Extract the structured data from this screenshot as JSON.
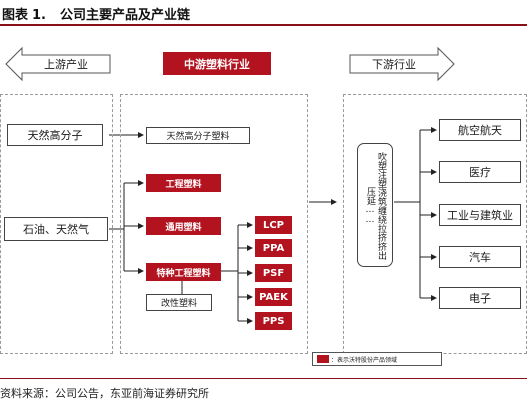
{
  "figure": {
    "label": "图表",
    "number": "1.",
    "title": "公司主要产品及产业链"
  },
  "sections": {
    "upstream": "上游产业",
    "midstream": "中游塑料行业",
    "downstream": "下游行业"
  },
  "upstream_items": [
    "天然高分子",
    "石油、天然气"
  ],
  "midstream": {
    "natural_plastic": "天然高分子塑料",
    "engineering": "工程塑料",
    "general": "通用塑料",
    "special_engineering": "特种工程塑料",
    "modified": "改性塑料",
    "special_products": [
      "LCP",
      "PPA",
      "PSF",
      "PAEK",
      "PPS"
    ]
  },
  "processes": "吹塑注塑浇筑缠绕拉挤挤出压延……",
  "downstream_items": [
    "航空航天",
    "医疗",
    "工业与建筑业",
    "汽车",
    "电子"
  ],
  "legend": {
    "text": "：表示沃特股份产品领域",
    "color": "#b3121f"
  },
  "source": "资料来源：公司公告，东亚前海证券研究所",
  "colors": {
    "accent_red": "#b3121f",
    "rule": "#8a0f18"
  }
}
